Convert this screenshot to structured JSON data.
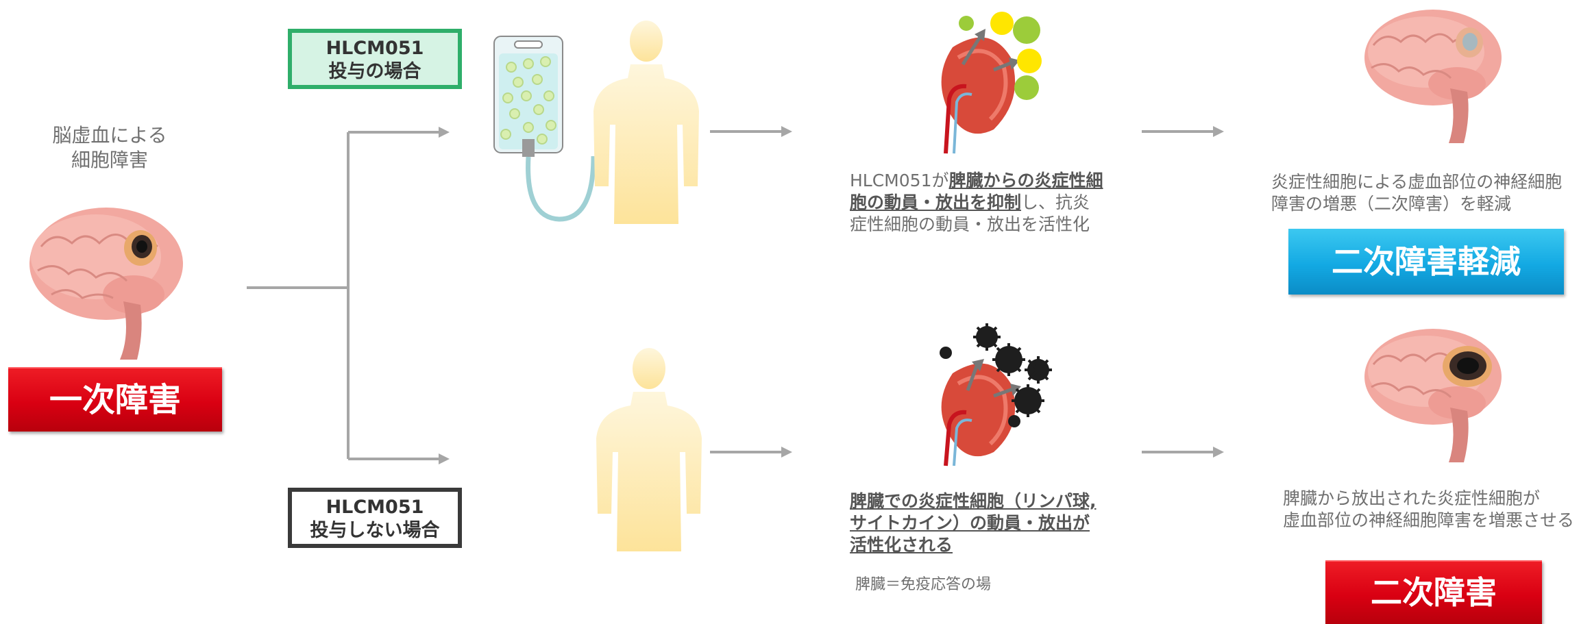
{
  "left": {
    "caption_line1": "脳虚血による",
    "caption_line2": "細胞障害",
    "primary_banner": "一次障害"
  },
  "with_drug": {
    "label_line1": "HLCM051",
    "label_line2": "投与の場合",
    "desc_pre": "HLCM051が",
    "desc_bold1": "脾臓からの炎症性細",
    "desc_bold2": "胞の動員・放出を抑制",
    "desc_post1": "し、抗炎",
    "desc_line3": "症性細胞の動員・放出を活性化",
    "result_text_line1": "炎症性細胞による虚血部位の神経細胞",
    "result_text_line2": "障害の増悪（二次障害）を軽減",
    "result_banner": "二次障害軽減"
  },
  "without_drug": {
    "label_line1": "HLCM051",
    "label_line2": "投与しない場合",
    "desc_line1": "脾臓での炎症性細胞（リンパ球,",
    "desc_line2": "サイトカイン）の動員・放出が",
    "desc_line3": "活性化される",
    "note": "脾臓＝免疫応答の場",
    "result_text_line1": "脾臓から放出された炎症性細胞が",
    "result_text_line2": "虚血部位の神経細胞障害を増悪させる",
    "result_banner": "二次障害"
  },
  "colors": {
    "green_border": "#2fae6a",
    "green_fill": "#d6f3e4",
    "dark_border": "#3a3a3a",
    "arrow": "#a6a6a6",
    "red": "#e3001b",
    "blue": "#13a9e3",
    "body_yellow": "#fde9a8"
  }
}
